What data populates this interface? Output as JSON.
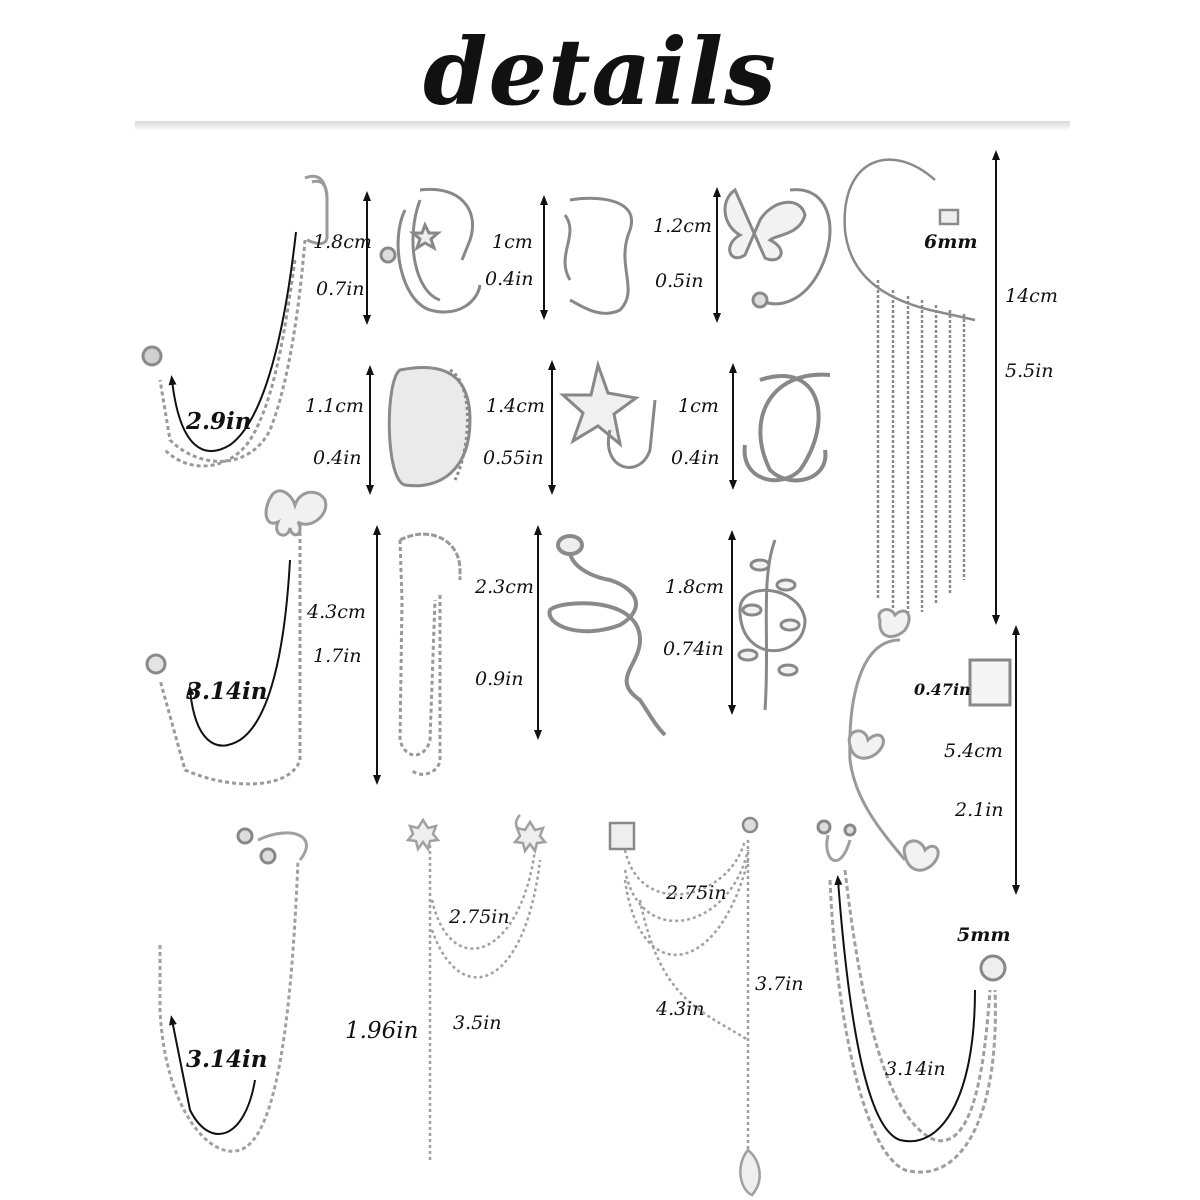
{
  "title": "details",
  "labels": {
    "chain_ear_cuff": "2.9in",
    "star_cuff_h_cm": "1.8cm",
    "star_cuff_h_in": "0.7in",
    "wave_cuff_h_cm": "1cm",
    "wave_cuff_h_in": "0.4in",
    "butterfly_cuff_h_cm": "1.2cm",
    "butterfly_cuff_h_in": "0.5in",
    "tassel_crystal": "6mm",
    "tassel_len_cm": "14cm",
    "tassel_len_in": "5.5in",
    "wide_cuff_h_cm": "1.1cm",
    "wide_cuff_h_in": "0.4in",
    "starfish_cuff_h_cm": "1.4cm",
    "starfish_cuff_h_in": "0.55in",
    "cross_cuff_h_cm": "1cm",
    "cross_cuff_h_in": "0.4in",
    "butterfly_chain": "3.14in",
    "twist_chain_cm": "4.3cm",
    "twist_chain_in": "1.7in",
    "snake_cm": "2.3cm",
    "snake_in": "0.9in",
    "leaf_cm": "1.8cm",
    "leaf_in": "0.74in",
    "climber_butterfly": "0.47in",
    "climber_cm": "5.4cm",
    "climber_in": "2.1in",
    "threader_chain": "3.14in",
    "star_drop_upper": "2.75in",
    "star_drop_lower": "3.5in",
    "star_drop_pendant": "1.96in",
    "leaf_drop_upper": "2.75in",
    "leaf_drop_lower": "4.3in",
    "leaf_drop_pendant": "3.7in",
    "stud_crystal": "5mm",
    "stud_chain": "3.14in"
  },
  "colors": {
    "metal": "#9a9a9a",
    "metal_dark": "#6e6e6e",
    "text": "#111111"
  }
}
